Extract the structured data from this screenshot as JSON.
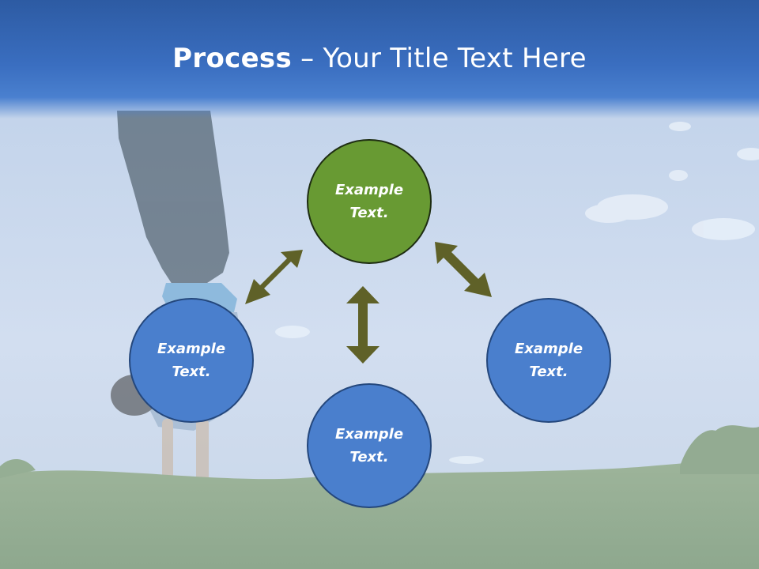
{
  "slide": {
    "title_bold": "Process",
    "title_rest": " – Your Title Text Here"
  },
  "diagram": {
    "center_node": {
      "text": "Example\nText.",
      "color": "#689a33"
    },
    "left_node": {
      "text": "Example\nText.",
      "color": "#4a7fcd"
    },
    "bottom_node": {
      "text": "Example\nText.",
      "color": "#4a7fcd"
    },
    "right_node": {
      "text": "Example\nText.",
      "color": "#4a7fcd"
    },
    "arrow_color": "#5f6128",
    "arrows": [
      "double-headed-arrow-icon",
      "double-headed-arrow-icon",
      "double-headed-arrow-icon"
    ]
  },
  "colors": {
    "title_bar": "#3a6ec0",
    "title_text": "#ffffff"
  }
}
